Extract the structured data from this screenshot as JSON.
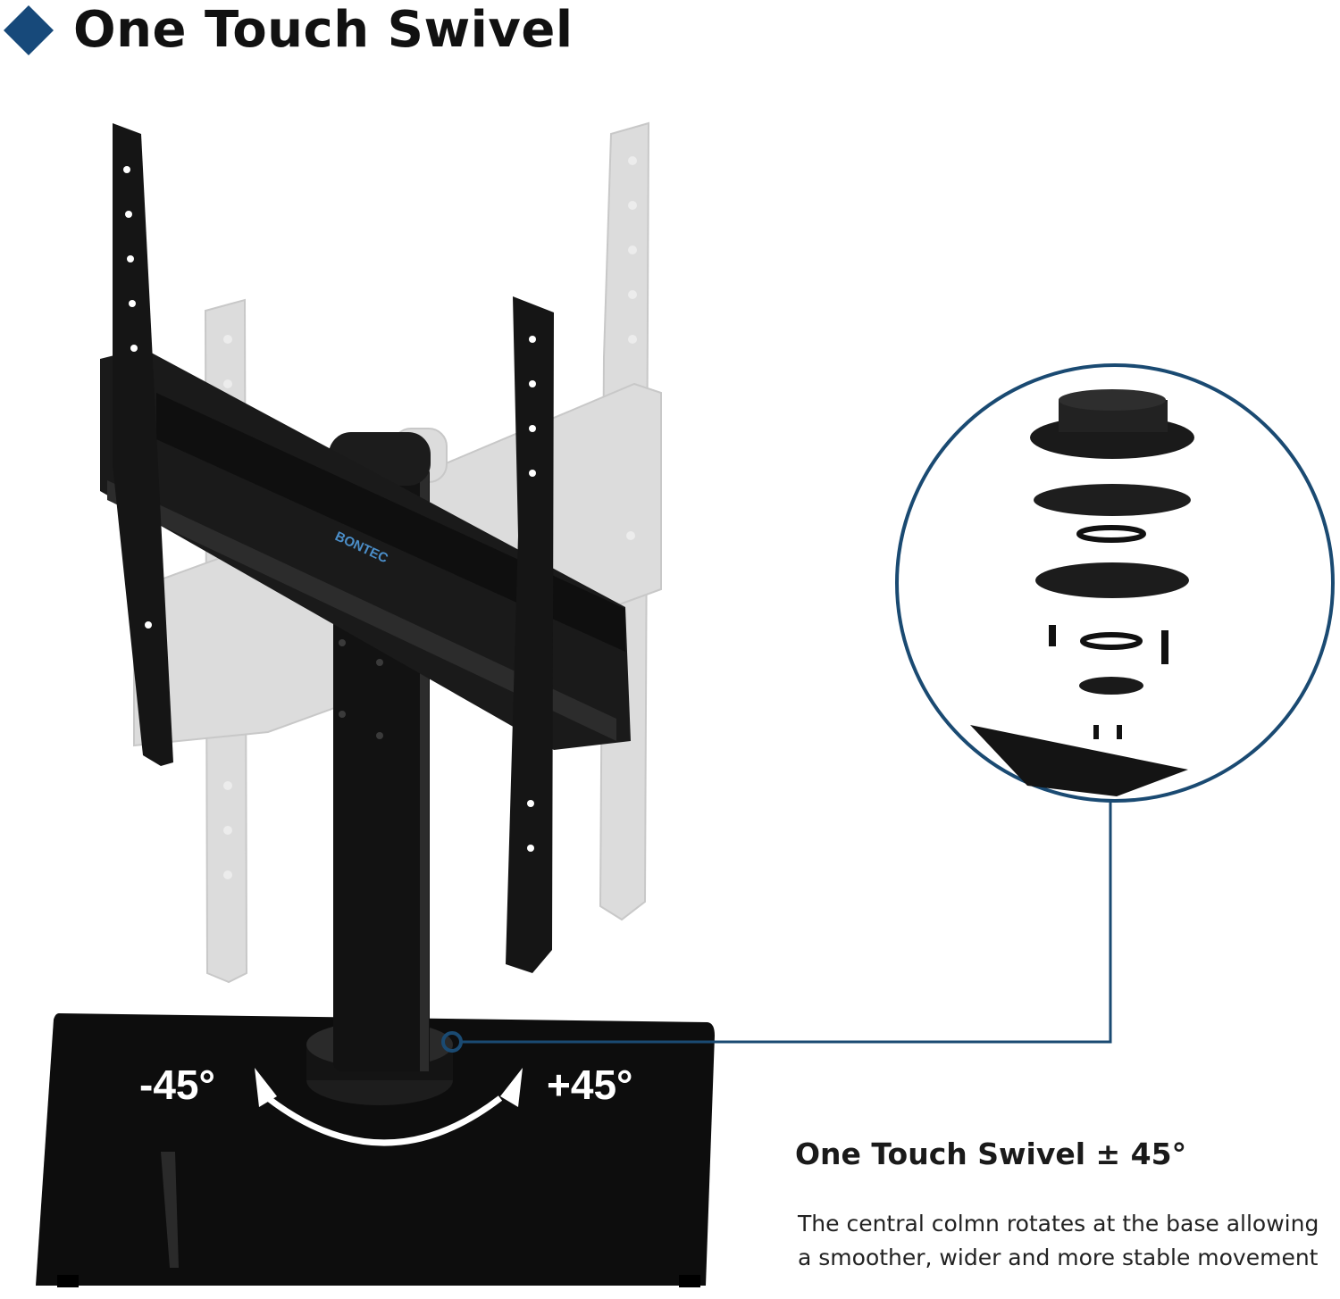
{
  "header": {
    "title": "One Touch Swivel",
    "accent_color": "#17497a"
  },
  "product": {
    "brand": "BONTEC",
    "stand_color": "#141414",
    "ghost_color": "#d9d9d9",
    "angle_left": "-45°",
    "angle_right": "+45°"
  },
  "callout": {
    "ring_color": "#1a4a72",
    "parts_icon": "swivel-parts-exploded-view"
  },
  "feature": {
    "title": "One Touch Swivel ± 45°",
    "description_line1": "The central colmn rotates at the base allowing",
    "description_line2": "a smoother, wider and more stable movement"
  }
}
